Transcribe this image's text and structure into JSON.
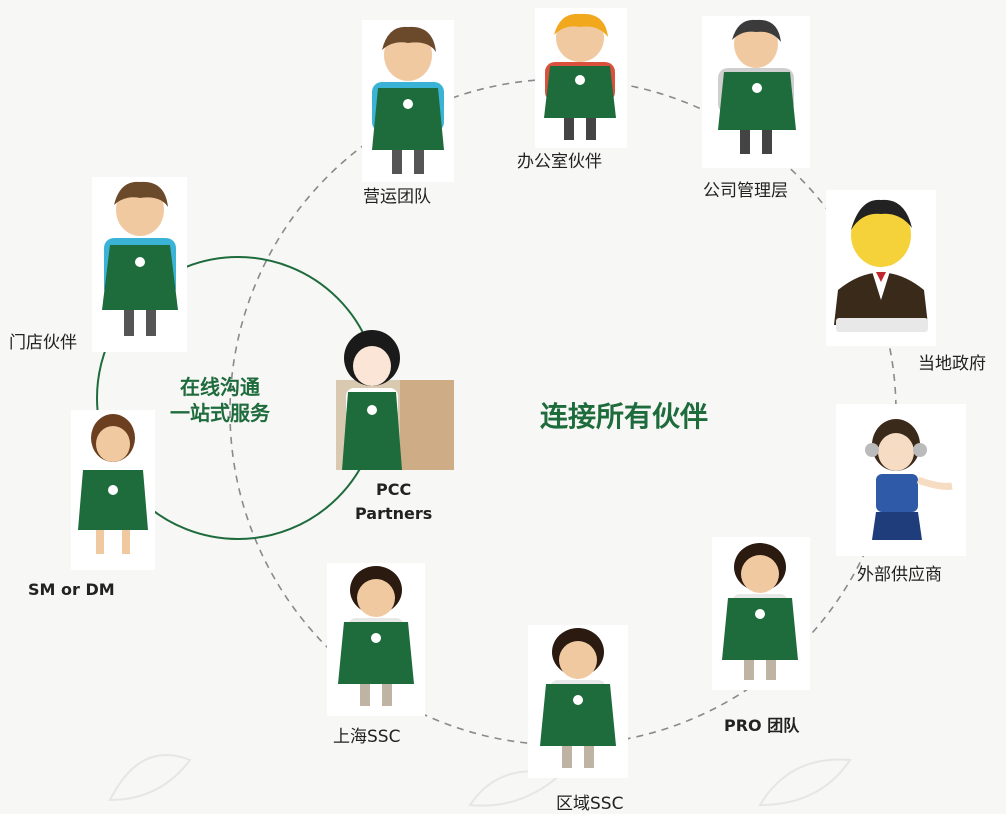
{
  "title": "连接所有伙伴",
  "hub": {
    "line1": "在线沟通",
    "line2": "一站式服务"
  },
  "pcc": {
    "line1": "PCC",
    "line2": "Partners"
  },
  "nodes": [
    {
      "id": "store",
      "label": "门店伙伴"
    },
    {
      "id": "sm",
      "label": "SM or DM"
    },
    {
      "id": "ops",
      "label": "营运团队"
    },
    {
      "id": "office",
      "label": "办公室伙伴"
    },
    {
      "id": "mgmt",
      "label": "公司管理层"
    },
    {
      "id": "gov",
      "label": "当地政府"
    },
    {
      "id": "vendor",
      "label": "外部供应商"
    },
    {
      "id": "pro",
      "label": "PRO 团队"
    },
    {
      "id": "regional",
      "label": "区域SSC"
    },
    {
      "id": "shanghai",
      "label": "上海SSC"
    }
  ],
  "colors": {
    "apron": "#1e6b3c",
    "accent_text": "#1e6b3c",
    "ring": "#8a8a8a"
  }
}
